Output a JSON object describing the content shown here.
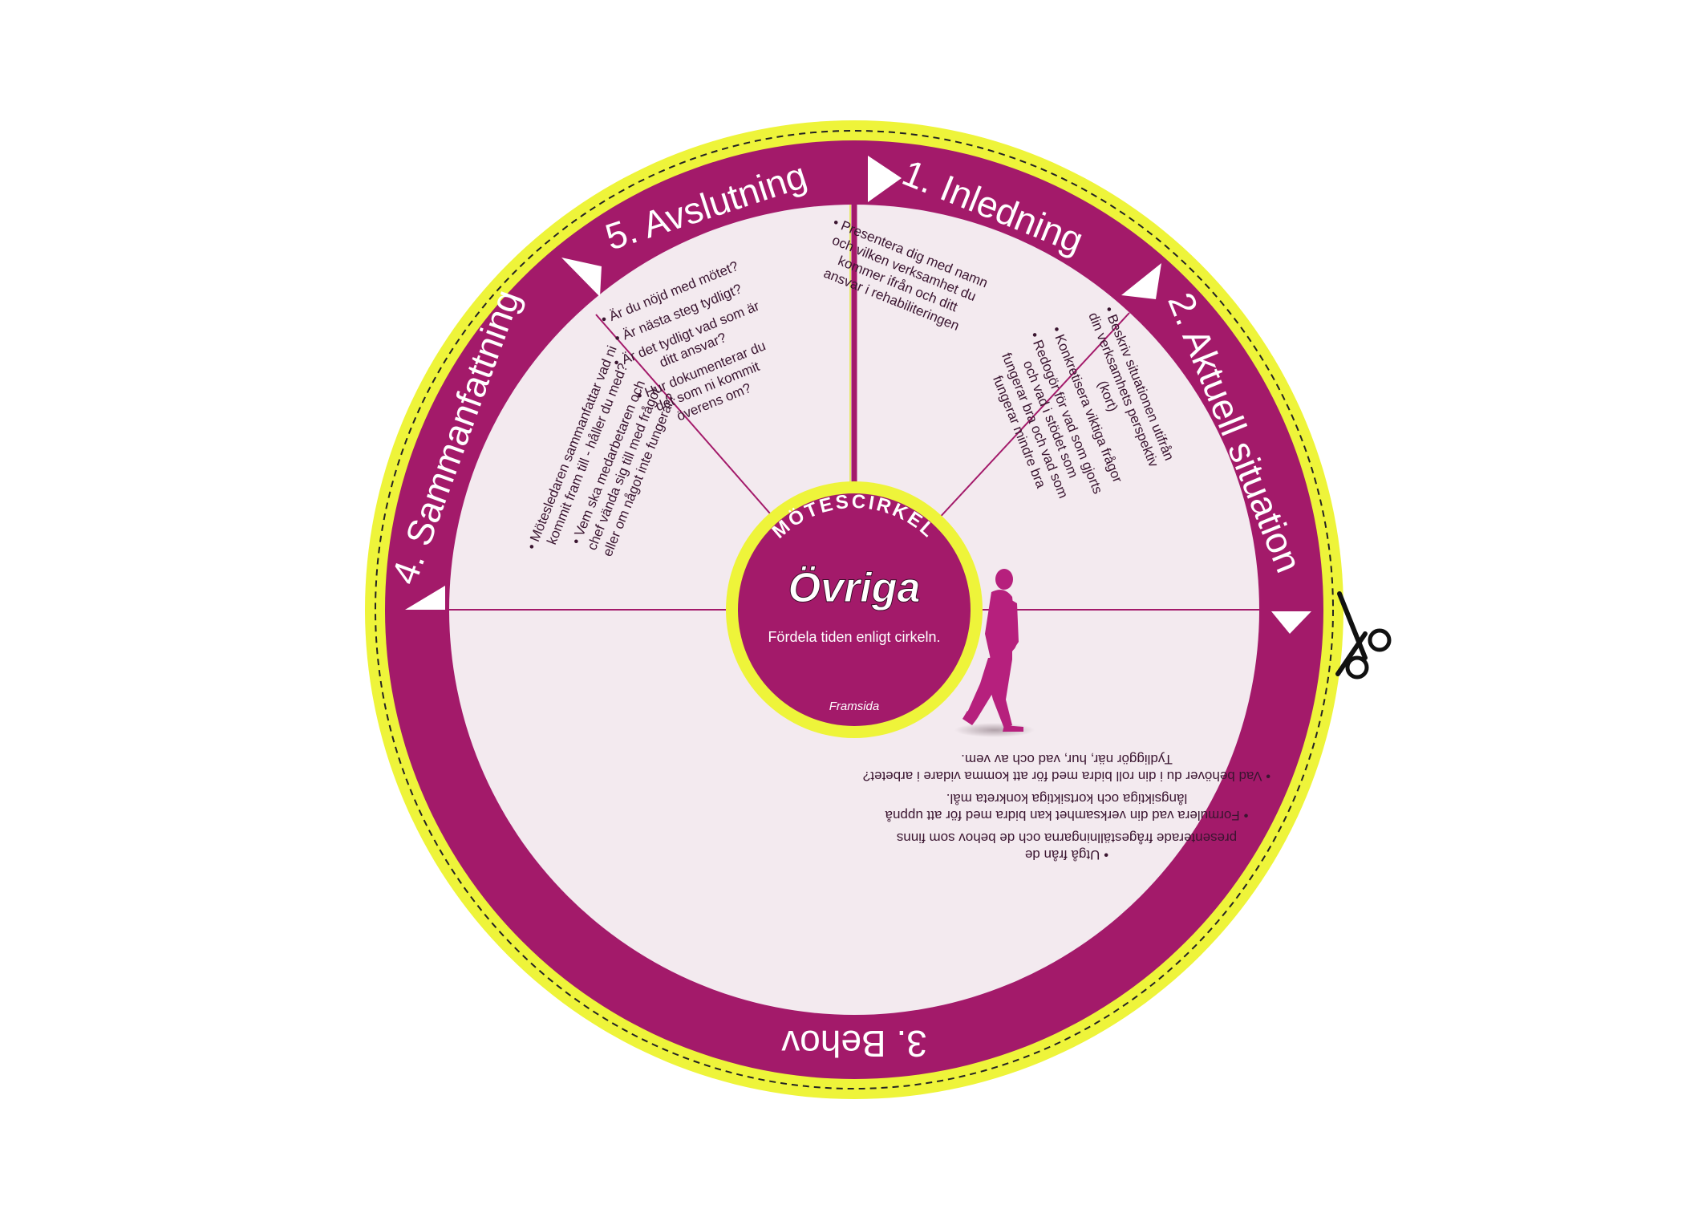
{
  "colors": {
    "outer_ring": "#eef43a",
    "magenta": "#a31a6a",
    "panel": "#f3eaef",
    "arrow": "#ffffff",
    "person": "#b6207d"
  },
  "center": {
    "brand": "MÖTESCIRKEL",
    "title": "Övriga",
    "subtitle": "Fördela tiden enligt cirkeln.",
    "footer": "Framsida"
  },
  "sections": [
    {
      "id": "inledning",
      "title": "1. Inledning",
      "bullets": [
        [
          "• Presentera dig med namn",
          "och vilken verksamhet du",
          "kommer ifrån och ditt",
          "ansvar i rehabiliteringen"
        ]
      ]
    },
    {
      "id": "aktuell",
      "title": "2. Aktuell situation",
      "bullets": [
        [
          "• Beskriv situationen utifrån",
          "din verksamhets perspektiv",
          "(kort)"
        ],
        [
          "• Konkretisera viktiga frågor"
        ],
        [
          "• Redogör för vad som gjorts",
          "och vad i stödet som",
          "fungerar bra och vad som",
          "fungerar mindre bra"
        ]
      ]
    },
    {
      "id": "behov",
      "title": "3. Behov",
      "bullets": [
        [
          "• Utgå från de",
          "presenterade frågeställningarna och de behov som finns"
        ],
        [
          "• Formulera vad din verksamhet kan bidra med för att uppnå",
          "långsiktiga och kortsiktiga konkreta mål."
        ],
        [
          "• Vad behöver du i din roll bidra med för att komma vidare i arbetet?",
          "Tydliggör när, hur, vad och av vem."
        ]
      ]
    },
    {
      "id": "sammanfattning",
      "title": "4. Sammanfattning",
      "bullets": [
        [
          "• Mötesledaren sammanfattar vad ni",
          "kommit fram till - håller du med?"
        ],
        [
          "• Vem ska medarbetaren och",
          "chef vända sig till med frågor",
          "eller om något inte fungerar?"
        ]
      ]
    },
    {
      "id": "avslutning",
      "title": "5. Avslutning",
      "bullets": [
        [
          "• Är du nöjd med mötet?"
        ],
        [
          "• Är nästa steg tydligt?"
        ],
        [
          "• Är det tydligt vad som är",
          "ditt ansvar?"
        ],
        [
          "• Hur dokumenterar du",
          "det som ni kommit",
          "överens om?"
        ]
      ]
    }
  ],
  "icons": {
    "cut_marker": "scissors-icon",
    "figure": "walking-person-icon"
  }
}
